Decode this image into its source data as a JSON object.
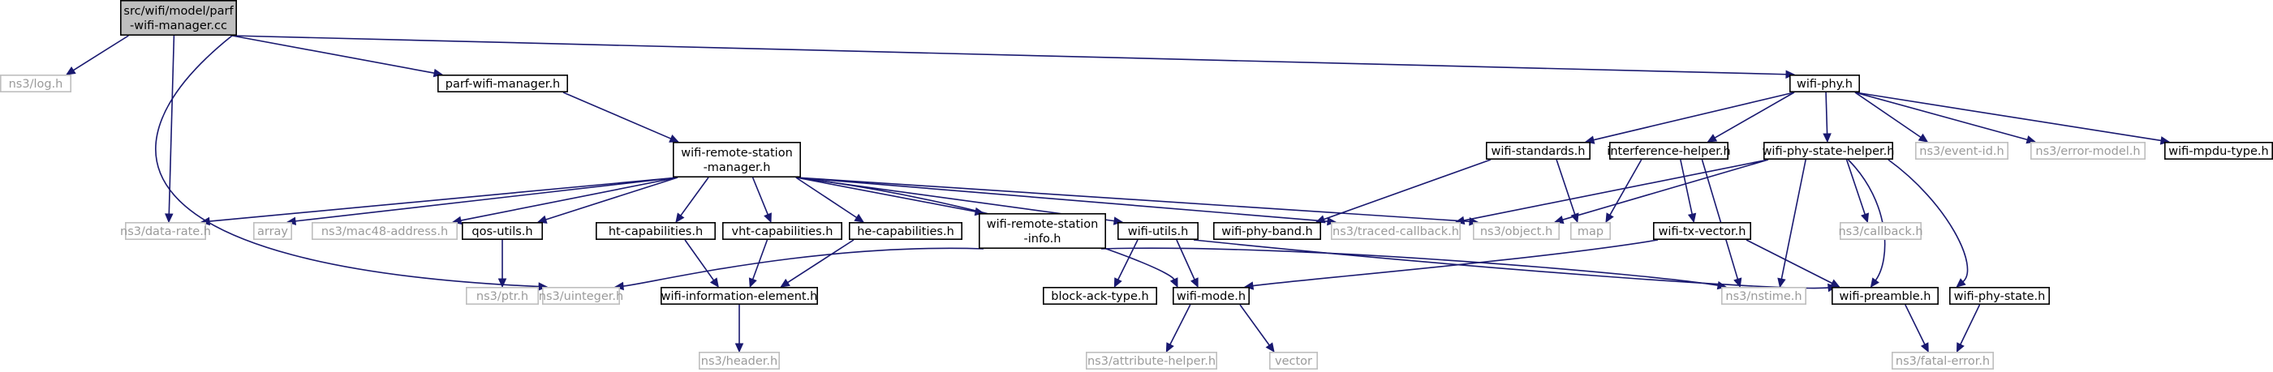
{
  "colors": {
    "edge": "#191970",
    "root_fill": "#bfbfbf",
    "external_border": "#bfbfbf",
    "external_text": "#9a9a9a"
  },
  "nodes": [
    {
      "id": "root",
      "lines": [
        "src/wifi/model/parf",
        "-wifi-manager.cc"
      ],
      "kind": "root"
    },
    {
      "id": "log",
      "lines": [
        "ns3/log.h"
      ],
      "kind": "external"
    },
    {
      "id": "datarate",
      "lines": [
        "ns3/data-rate.h"
      ],
      "kind": "external"
    },
    {
      "id": "uinteger",
      "lines": [
        "ns3/uinteger.h"
      ],
      "kind": "external"
    },
    {
      "id": "parfh",
      "lines": [
        "parf-wifi-manager.h"
      ],
      "kind": "linked"
    },
    {
      "id": "wrsm",
      "lines": [
        "wifi-remote-station",
        "-manager.h"
      ],
      "kind": "linked"
    },
    {
      "id": "array",
      "lines": [
        "array"
      ],
      "kind": "external"
    },
    {
      "id": "mac48",
      "lines": [
        "ns3/mac48-address.h"
      ],
      "kind": "external"
    },
    {
      "id": "qos",
      "lines": [
        "qos-utils.h"
      ],
      "kind": "linked"
    },
    {
      "id": "ptr",
      "lines": [
        "ns3/ptr.h"
      ],
      "kind": "external"
    },
    {
      "id": "htcap",
      "lines": [
        "ht-capabilities.h"
      ],
      "kind": "linked"
    },
    {
      "id": "vhtcap",
      "lines": [
        "vht-capabilities.h"
      ],
      "kind": "linked"
    },
    {
      "id": "hecap",
      "lines": [
        "he-capabilities.h"
      ],
      "kind": "linked"
    },
    {
      "id": "wie",
      "lines": [
        "wifi-information-element.h"
      ],
      "kind": "linked"
    },
    {
      "id": "header",
      "lines": [
        "ns3/header.h"
      ],
      "kind": "external"
    },
    {
      "id": "wrsi",
      "lines": [
        "wifi-remote-station",
        "-info.h"
      ],
      "kind": "linked"
    },
    {
      "id": "wutils",
      "lines": [
        "wifi-utils.h"
      ],
      "kind": "linked"
    },
    {
      "id": "bat",
      "lines": [
        "block-ack-type.h"
      ],
      "kind": "linked"
    },
    {
      "id": "wmode",
      "lines": [
        "wifi-mode.h"
      ],
      "kind": "linked"
    },
    {
      "id": "attr",
      "lines": [
        "ns3/attribute-helper.h"
      ],
      "kind": "external"
    },
    {
      "id": "vector",
      "lines": [
        "vector"
      ],
      "kind": "external"
    },
    {
      "id": "wphy",
      "lines": [
        "wifi-phy.h"
      ],
      "kind": "linked"
    },
    {
      "id": "wstd",
      "lines": [
        "wifi-standards.h"
      ],
      "kind": "linked"
    },
    {
      "id": "wpband",
      "lines": [
        "wifi-phy-band.h"
      ],
      "kind": "linked"
    },
    {
      "id": "traced",
      "lines": [
        "ns3/traced-callback.h"
      ],
      "kind": "external"
    },
    {
      "id": "object",
      "lines": [
        "ns3/object.h"
      ],
      "kind": "external"
    },
    {
      "id": "map",
      "lines": [
        "map"
      ],
      "kind": "external"
    },
    {
      "id": "interf",
      "lines": [
        "interference-helper.h"
      ],
      "kind": "linked"
    },
    {
      "id": "wtxv",
      "lines": [
        "wifi-tx-vector.h"
      ],
      "kind": "linked"
    },
    {
      "id": "nstime",
      "lines": [
        "ns3/nstime.h"
      ],
      "kind": "external"
    },
    {
      "id": "wpre",
      "lines": [
        "wifi-preamble.h"
      ],
      "kind": "linked"
    },
    {
      "id": "wpsh",
      "lines": [
        "wifi-phy-state-helper.h"
      ],
      "kind": "linked"
    },
    {
      "id": "callback",
      "lines": [
        "ns3/callback.h"
      ],
      "kind": "external"
    },
    {
      "id": "wps",
      "lines": [
        "wifi-phy-state.h"
      ],
      "kind": "linked"
    },
    {
      "id": "fatal",
      "lines": [
        "ns3/fatal-error.h"
      ],
      "kind": "external"
    },
    {
      "id": "eventid",
      "lines": [
        "ns3/event-id.h"
      ],
      "kind": "external"
    },
    {
      "id": "errmodel",
      "lines": [
        "ns3/error-model.h"
      ],
      "kind": "external"
    },
    {
      "id": "mpdu",
      "lines": [
        "wifi-mpdu-type.h"
      ],
      "kind": "linked"
    }
  ],
  "edges": [
    [
      "root",
      "log"
    ],
    [
      "root",
      "datarate"
    ],
    [
      "root",
      "uinteger"
    ],
    [
      "root",
      "parfh"
    ],
    [
      "root",
      "wphy"
    ],
    [
      "parfh",
      "wrsm"
    ],
    [
      "wrsm",
      "datarate"
    ],
    [
      "wrsm",
      "array"
    ],
    [
      "wrsm",
      "mac48"
    ],
    [
      "wrsm",
      "qos"
    ],
    [
      "wrsm",
      "htcap"
    ],
    [
      "wrsm",
      "vhtcap"
    ],
    [
      "wrsm",
      "hecap"
    ],
    [
      "wrsm",
      "wrsi"
    ],
    [
      "wrsm",
      "wutils"
    ],
    [
      "wrsm",
      "wmode"
    ],
    [
      "wrsm",
      "traced"
    ],
    [
      "wrsm",
      "object"
    ],
    [
      "qos",
      "ptr"
    ],
    [
      "htcap",
      "wie"
    ],
    [
      "vhtcap",
      "wie"
    ],
    [
      "hecap",
      "wie"
    ],
    [
      "wie",
      "header"
    ],
    [
      "wrsi",
      "uinteger"
    ],
    [
      "wrsi",
      "nstime"
    ],
    [
      "wutils",
      "bat"
    ],
    [
      "wutils",
      "wmode"
    ],
    [
      "wutils",
      "wpre"
    ],
    [
      "wmode",
      "attr"
    ],
    [
      "wmode",
      "vector"
    ],
    [
      "wphy",
      "wstd"
    ],
    [
      "wphy",
      "interf"
    ],
    [
      "wphy",
      "wpsh"
    ],
    [
      "wphy",
      "eventid"
    ],
    [
      "wphy",
      "errmodel"
    ],
    [
      "wphy",
      "mpdu"
    ],
    [
      "wstd",
      "wpband"
    ],
    [
      "wstd",
      "map"
    ],
    [
      "interf",
      "map"
    ],
    [
      "interf",
      "wtxv"
    ],
    [
      "interf",
      "nstime"
    ],
    [
      "wtxv",
      "wmode"
    ],
    [
      "wtxv",
      "wpre"
    ],
    [
      "wpsh",
      "traced"
    ],
    [
      "wpsh",
      "object"
    ],
    [
      "wpsh",
      "nstime"
    ],
    [
      "wpsh",
      "callback"
    ],
    [
      "wpsh",
      "wpre"
    ],
    [
      "wpsh",
      "wps"
    ],
    [
      "wpre",
      "fatal"
    ],
    [
      "wps",
      "fatal"
    ]
  ]
}
